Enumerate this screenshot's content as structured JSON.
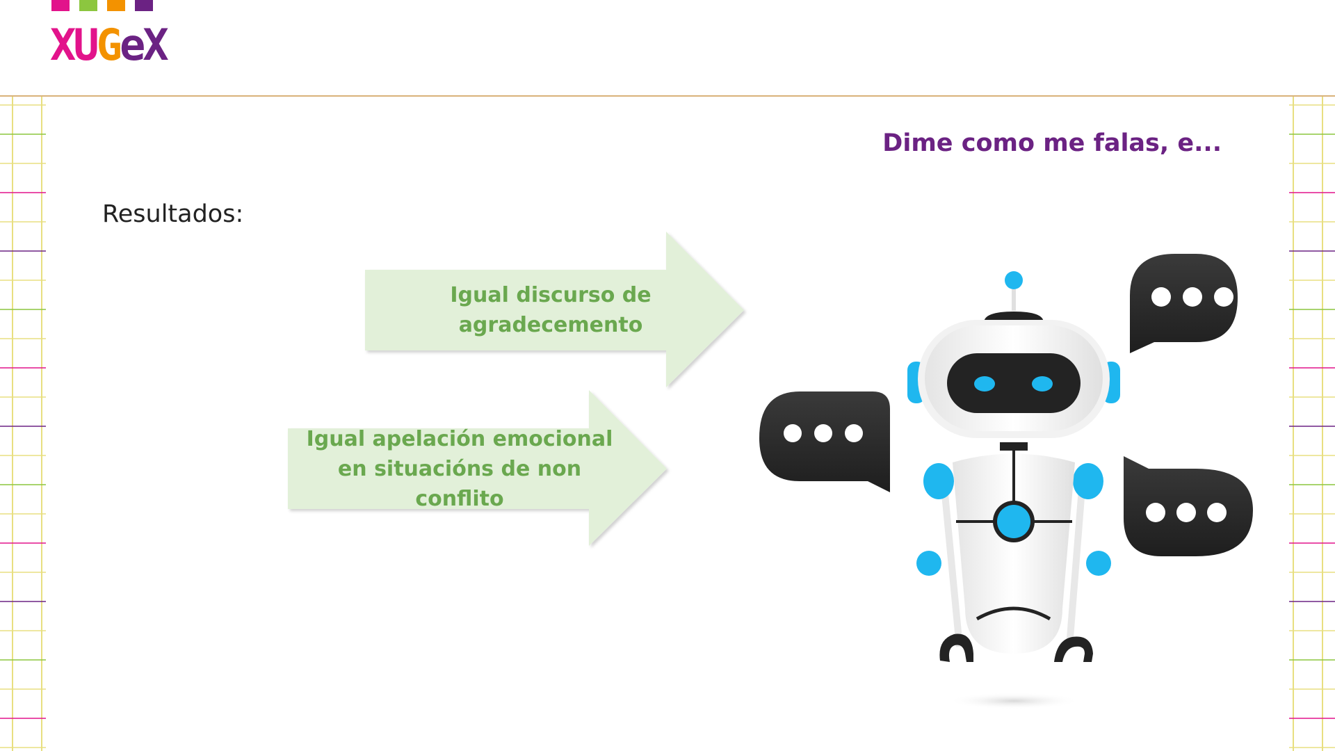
{
  "logo": {
    "letters": [
      "X",
      "U",
      "G",
      "e",
      "X"
    ],
    "letter_colors": [
      "#e2138b",
      "#e2138b",
      "#f39200",
      "#6b2283",
      "#6b2283"
    ],
    "bar_colors": [
      "#e2138b",
      "#8cc63f",
      "#f39200",
      "#6b2283"
    ]
  },
  "colors": {
    "accent_purple": "#6b2283",
    "arrow_fill": "#e2f0d9",
    "arrow_text": "#6aa84f",
    "rule": "#d9b27a"
  },
  "slide": {
    "subtitle": "Dime como me falas, e...",
    "section_label": "Resultados:"
  },
  "arrows": [
    {
      "label": "Igual discurso de agradecemento"
    },
    {
      "label": "Igual apelación emocional en situacións de non conflito"
    }
  ],
  "illustration": {
    "icon": "robot-icon",
    "bubbles": [
      "speech-bubble-icon",
      "speech-bubble-icon",
      "speech-bubble-icon"
    ]
  }
}
